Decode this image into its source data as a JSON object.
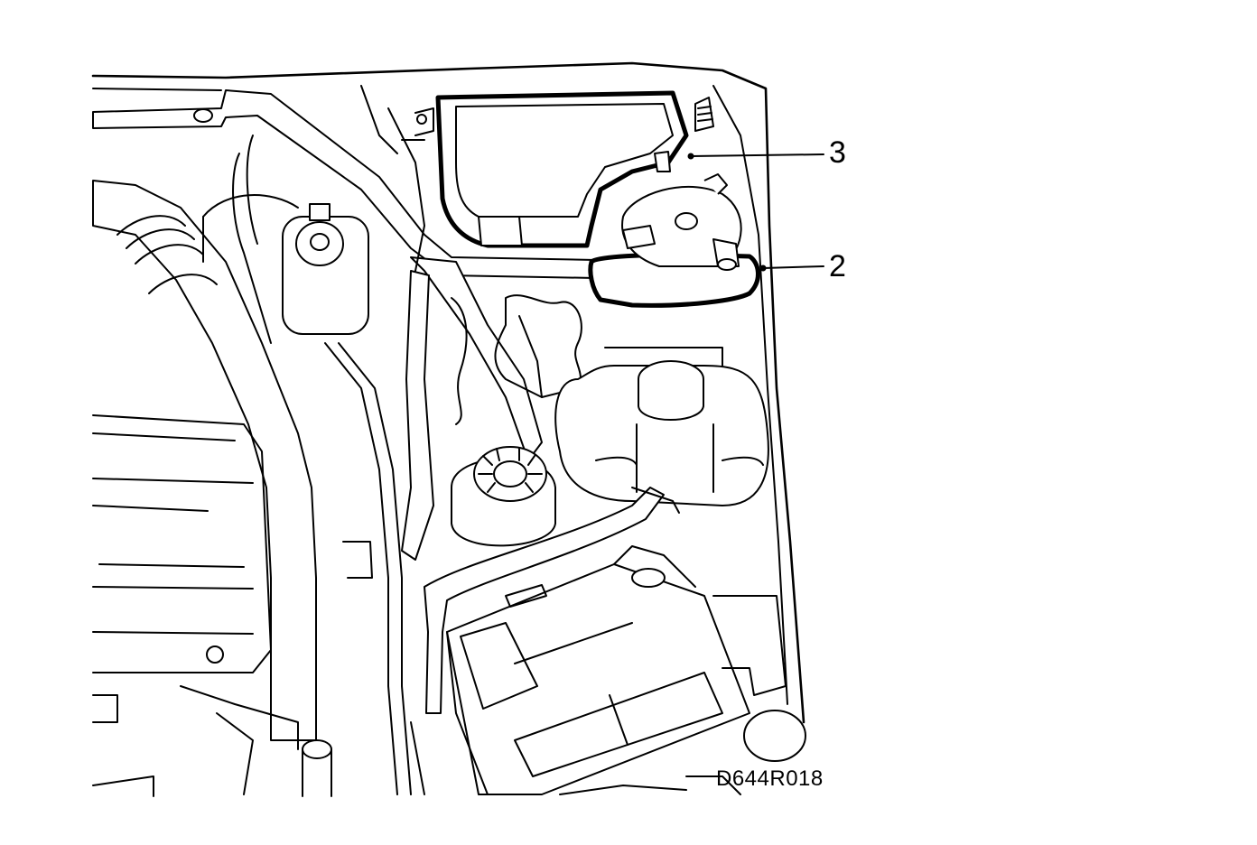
{
  "figure": {
    "code": "D644R018",
    "callouts": [
      {
        "number": "3",
        "target": "relay-box-cover"
      },
      {
        "number": "2",
        "target": "fuse-relay-box"
      }
    ]
  },
  "colors": {
    "line": "#000000",
    "background": "#ffffff"
  }
}
